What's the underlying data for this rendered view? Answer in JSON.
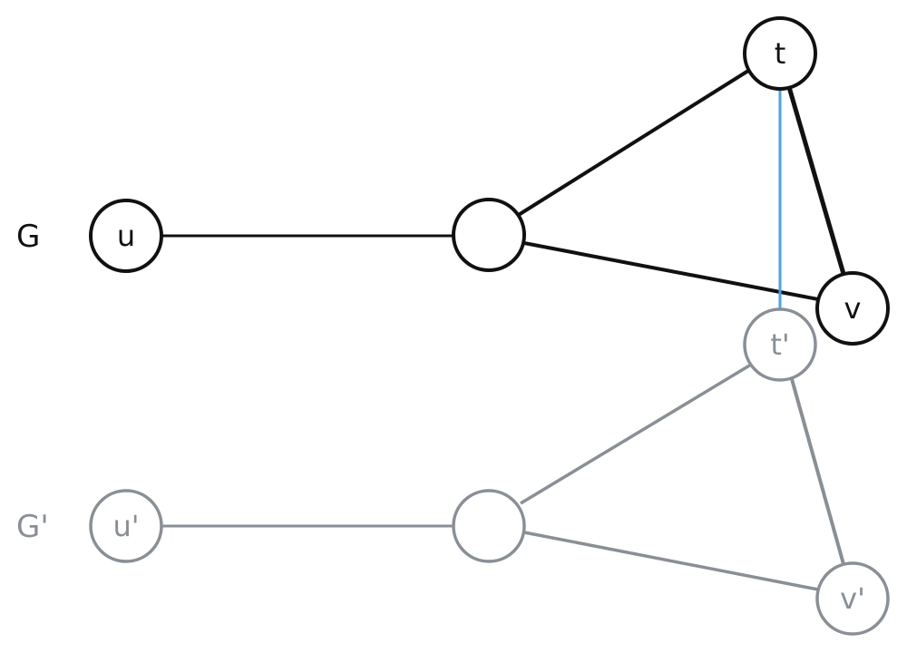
{
  "graphs": [
    {
      "label": "G",
      "color": "#111111",
      "nodes": [
        {
          "id": "u",
          "label": "u"
        },
        {
          "id": "m",
          "label": ""
        },
        {
          "id": "t",
          "label": "t"
        },
        {
          "id": "v",
          "label": "v"
        }
      ]
    },
    {
      "label": "G'",
      "color": "#8a8f96",
      "nodes": [
        {
          "id": "u2",
          "label": "u'"
        },
        {
          "id": "m2",
          "label": ""
        },
        {
          "id": "t2",
          "label": "t'"
        },
        {
          "id": "v2",
          "label": "v'"
        }
      ]
    }
  ],
  "connector_color": "#4aa3e8"
}
